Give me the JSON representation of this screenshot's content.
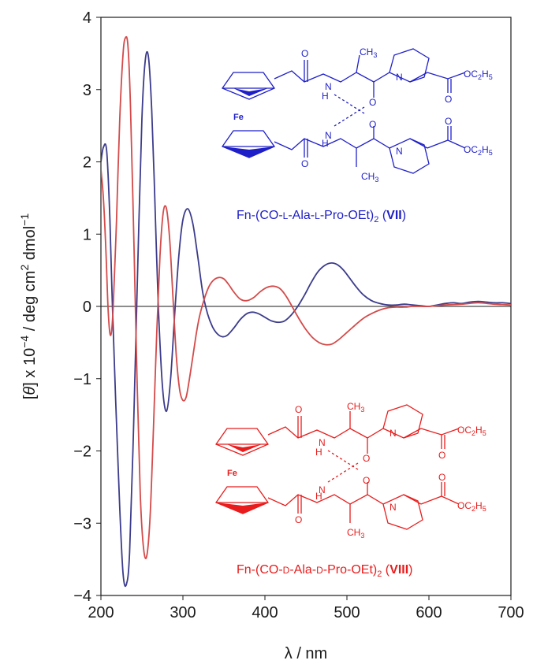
{
  "chart_data": {
    "type": "line",
    "xlabel": "λ / nm",
    "ylabel_parts": {
      "prefix": "[",
      "theta": "θ",
      "mid": "] x 10",
      "exp": "−4",
      "rest": " / deg cm",
      "exp2": "2",
      "rest2": " dmol",
      "exp3": "−1"
    },
    "xlim": [
      200,
      700
    ],
    "ylim": [
      -4,
      4
    ],
    "xticks": [
      "200",
      "300",
      "400",
      "500",
      "600",
      "700"
    ],
    "xtick_values": [
      200,
      300,
      400,
      500,
      600,
      700
    ],
    "yticks": [
      "4",
      "3",
      "2",
      "1",
      "0",
      "−1",
      "−2",
      "−3",
      "−4"
    ],
    "ytick_values": [
      4,
      3,
      2,
      1,
      0,
      -1,
      -2,
      -3,
      -4
    ],
    "zero_line": true,
    "series": [
      {
        "color": "#3c3c8c",
        "x": [
          200,
          203,
          207,
          211,
          214,
          218,
          223,
          227,
          231,
          235,
          240,
          245,
          250,
          254,
          258,
          262,
          266,
          270,
          275,
          280,
          285,
          290,
          295,
          300,
          306,
          312,
          318,
          324,
          330,
          336,
          342,
          348,
          354,
          362,
          370,
          378,
          385,
          392,
          400,
          408,
          416,
          424,
          432,
          440,
          448,
          456,
          464,
          472,
          480,
          488,
          496,
          504,
          512,
          520,
          530,
          540,
          550,
          560,
          570,
          580,
          590,
          600,
          610,
          620,
          630,
          640,
          650,
          660,
          670,
          680,
          690,
          700
        ],
        "y": [
          2.0,
          2.2,
          2.15,
          1.2,
          0.0,
          -1.3,
          -2.8,
          -3.7,
          -3.85,
          -3.4,
          -1.6,
          0.6,
          2.6,
          3.4,
          3.45,
          2.7,
          1.4,
          0.0,
          -1.1,
          -1.45,
          -1.0,
          -0.1,
          0.7,
          1.2,
          1.35,
          1.15,
          0.7,
          0.2,
          -0.1,
          -0.28,
          -0.38,
          -0.42,
          -0.4,
          -0.3,
          -0.18,
          -0.1,
          -0.08,
          -0.1,
          -0.15,
          -0.2,
          -0.22,
          -0.2,
          -0.12,
          0.0,
          0.15,
          0.32,
          0.47,
          0.56,
          0.6,
          0.58,
          0.5,
          0.38,
          0.26,
          0.16,
          0.08,
          0.04,
          0.02,
          0.02,
          0.03,
          0.02,
          0.01,
          0.0,
          0.02,
          0.04,
          0.05,
          0.04,
          0.06,
          0.07,
          0.06,
          0.05,
          0.05,
          0.04
        ]
      },
      {
        "color": "#d44a4a",
        "x": [
          200,
          203,
          206,
          209,
          212,
          215,
          219,
          223,
          227,
          230,
          233,
          236,
          240,
          244,
          248,
          252,
          256,
          260,
          264,
          268,
          272,
          276,
          280,
          284,
          288,
          292,
          296,
          300,
          304,
          308,
          312,
          316,
          320,
          326,
          332,
          338,
          344,
          350,
          356,
          362,
          370,
          378,
          386,
          394,
          402,
          410,
          418,
          426,
          434,
          442,
          450,
          458,
          466,
          474,
          482,
          490,
          498,
          506,
          514,
          522,
          530,
          540,
          550,
          560,
          570,
          580,
          590,
          600,
          620,
          640,
          660,
          680,
          700
        ],
        "y": [
          1.9,
          1.5,
          0.8,
          -0.1,
          -0.4,
          0.0,
          1.2,
          2.6,
          3.5,
          3.72,
          3.6,
          2.8,
          1.0,
          -1.0,
          -2.6,
          -3.35,
          -3.45,
          -2.9,
          -1.7,
          -0.4,
          0.7,
          1.3,
          1.35,
          0.9,
          0.1,
          -0.7,
          -1.15,
          -1.3,
          -1.25,
          -1.0,
          -0.7,
          -0.4,
          -0.15,
          0.1,
          0.28,
          0.37,
          0.4,
          0.38,
          0.3,
          0.2,
          0.1,
          0.08,
          0.12,
          0.2,
          0.26,
          0.28,
          0.25,
          0.14,
          -0.02,
          -0.18,
          -0.32,
          -0.43,
          -0.5,
          -0.53,
          -0.52,
          -0.46,
          -0.38,
          -0.3,
          -0.22,
          -0.15,
          -0.1,
          -0.05,
          -0.02,
          -0.01,
          -0.01,
          0.0,
          0.0,
          0.0,
          0.02,
          0.03,
          0.05,
          0.03,
          0.02
        ]
      }
    ]
  },
  "structures": [
    {
      "color": "#1f1fc8",
      "fe": "Fe",
      "atoms": {
        "O": "O",
        "N": "N",
        "H": "H",
        "CH": "CH",
        "three": "3",
        "ester_a": "OC",
        "ester_b": "2",
        "ester_c": "H",
        "ester_d": "5"
      },
      "label": {
        "a": "Fn-(CO-",
        "b": "L",
        "c": "-Ala-",
        "d": "L",
        "e": "-Pro-OEt)",
        "f": "2",
        "g": " (",
        "h": "VII",
        "i": ")"
      }
    },
    {
      "color": "#e81c1c",
      "fe": "Fe",
      "atoms": {
        "O": "O",
        "N": "N",
        "H": "H",
        "CH": "CH",
        "three": "3",
        "ester_a": "OC",
        "ester_b": "2",
        "ester_c": "H",
        "ester_d": "5"
      },
      "label": {
        "a": "Fn-(CO-",
        "b": "D",
        "c": "-Ala-",
        "d": "D",
        "e": "-Pro-OEt)",
        "f": "2",
        "g": " (",
        "h": "VIII",
        "i": ")"
      }
    }
  ]
}
